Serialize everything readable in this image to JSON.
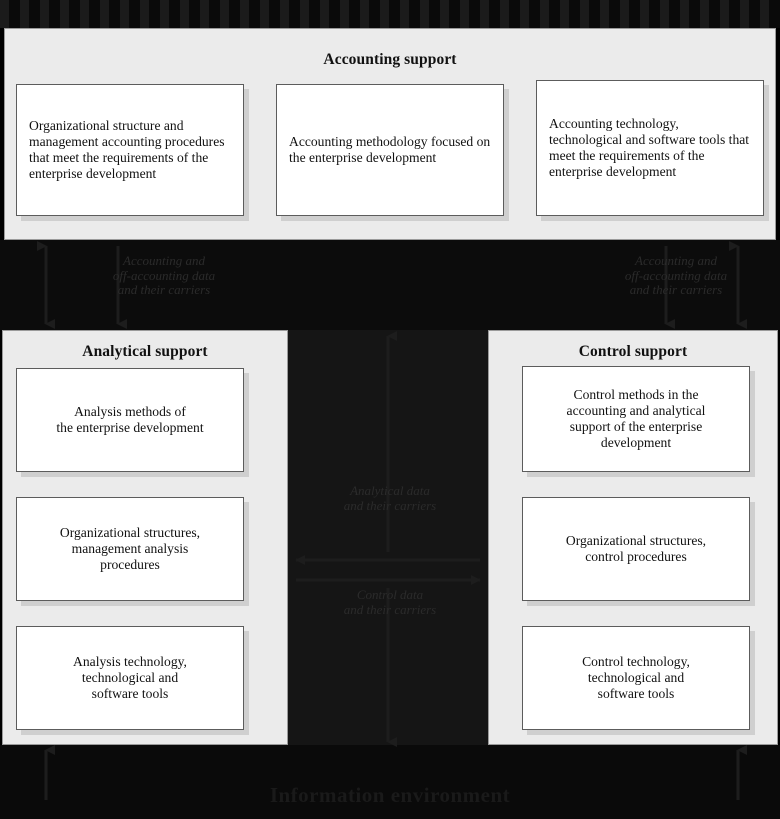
{
  "diagram": {
    "title_bottom": "Information environment",
    "sections": [
      {
        "id": "accounting",
        "title": "Accounting support",
        "boxes": [
          {
            "name": "accounting-box-1",
            "align": "left",
            "text": "Organizational structure and management accounting procedures that meet the requirements of the enterprise development"
          },
          {
            "name": "accounting-box-2",
            "align": "left",
            "text": "Accounting methodology focused on the enterprise development"
          },
          {
            "name": "accounting-box-3",
            "align": "left",
            "text": "Accounting technology, technological and software tools that meet the requirements of the enterprise development"
          }
        ]
      },
      {
        "id": "analytical",
        "title": "Analytical support",
        "boxes": [
          {
            "name": "analytical-box-1",
            "align": "center",
            "text": "Analysis methods of\nthe enterprise development"
          },
          {
            "name": "analytical-box-2",
            "align": "center",
            "text": "Organizational structures,\nmanagement analysis\nprocedures"
          },
          {
            "name": "analytical-box-3",
            "align": "center",
            "text": "Analysis technology,\ntechnological and\nsoftware tools"
          }
        ]
      },
      {
        "id": "control",
        "title": "Control support",
        "boxes": [
          {
            "name": "control-box-1",
            "align": "center",
            "text": "Control methods in the\naccounting and analytical\nsupport of the enterprise\ndevelopment"
          },
          {
            "name": "control-box-2",
            "align": "center",
            "text": "Organizational structures,\ncontrol procedures"
          },
          {
            "name": "control-box-3",
            "align": "center",
            "text": "Control technology,\ntechnological and\nsoftware tools"
          }
        ]
      }
    ],
    "flows": {
      "left_accounting": "Accounting and\noff-accounting data\nand their carriers",
      "right_accounting": "Accounting and\noff-accounting data\nand their carriers",
      "analytical_data": "Analytical data\nand their carriers",
      "control_data": "Control data\nand their carriers"
    },
    "colors": {
      "panel_bg": "#ebebeb",
      "box_bg": "#ffffff",
      "box_border": "#5c5c5c",
      "box_shadow": "#cfcfcf",
      "dark_bg": "#0c0c0c",
      "text": "#111111",
      "faint_text": "#2b2b2b"
    }
  }
}
